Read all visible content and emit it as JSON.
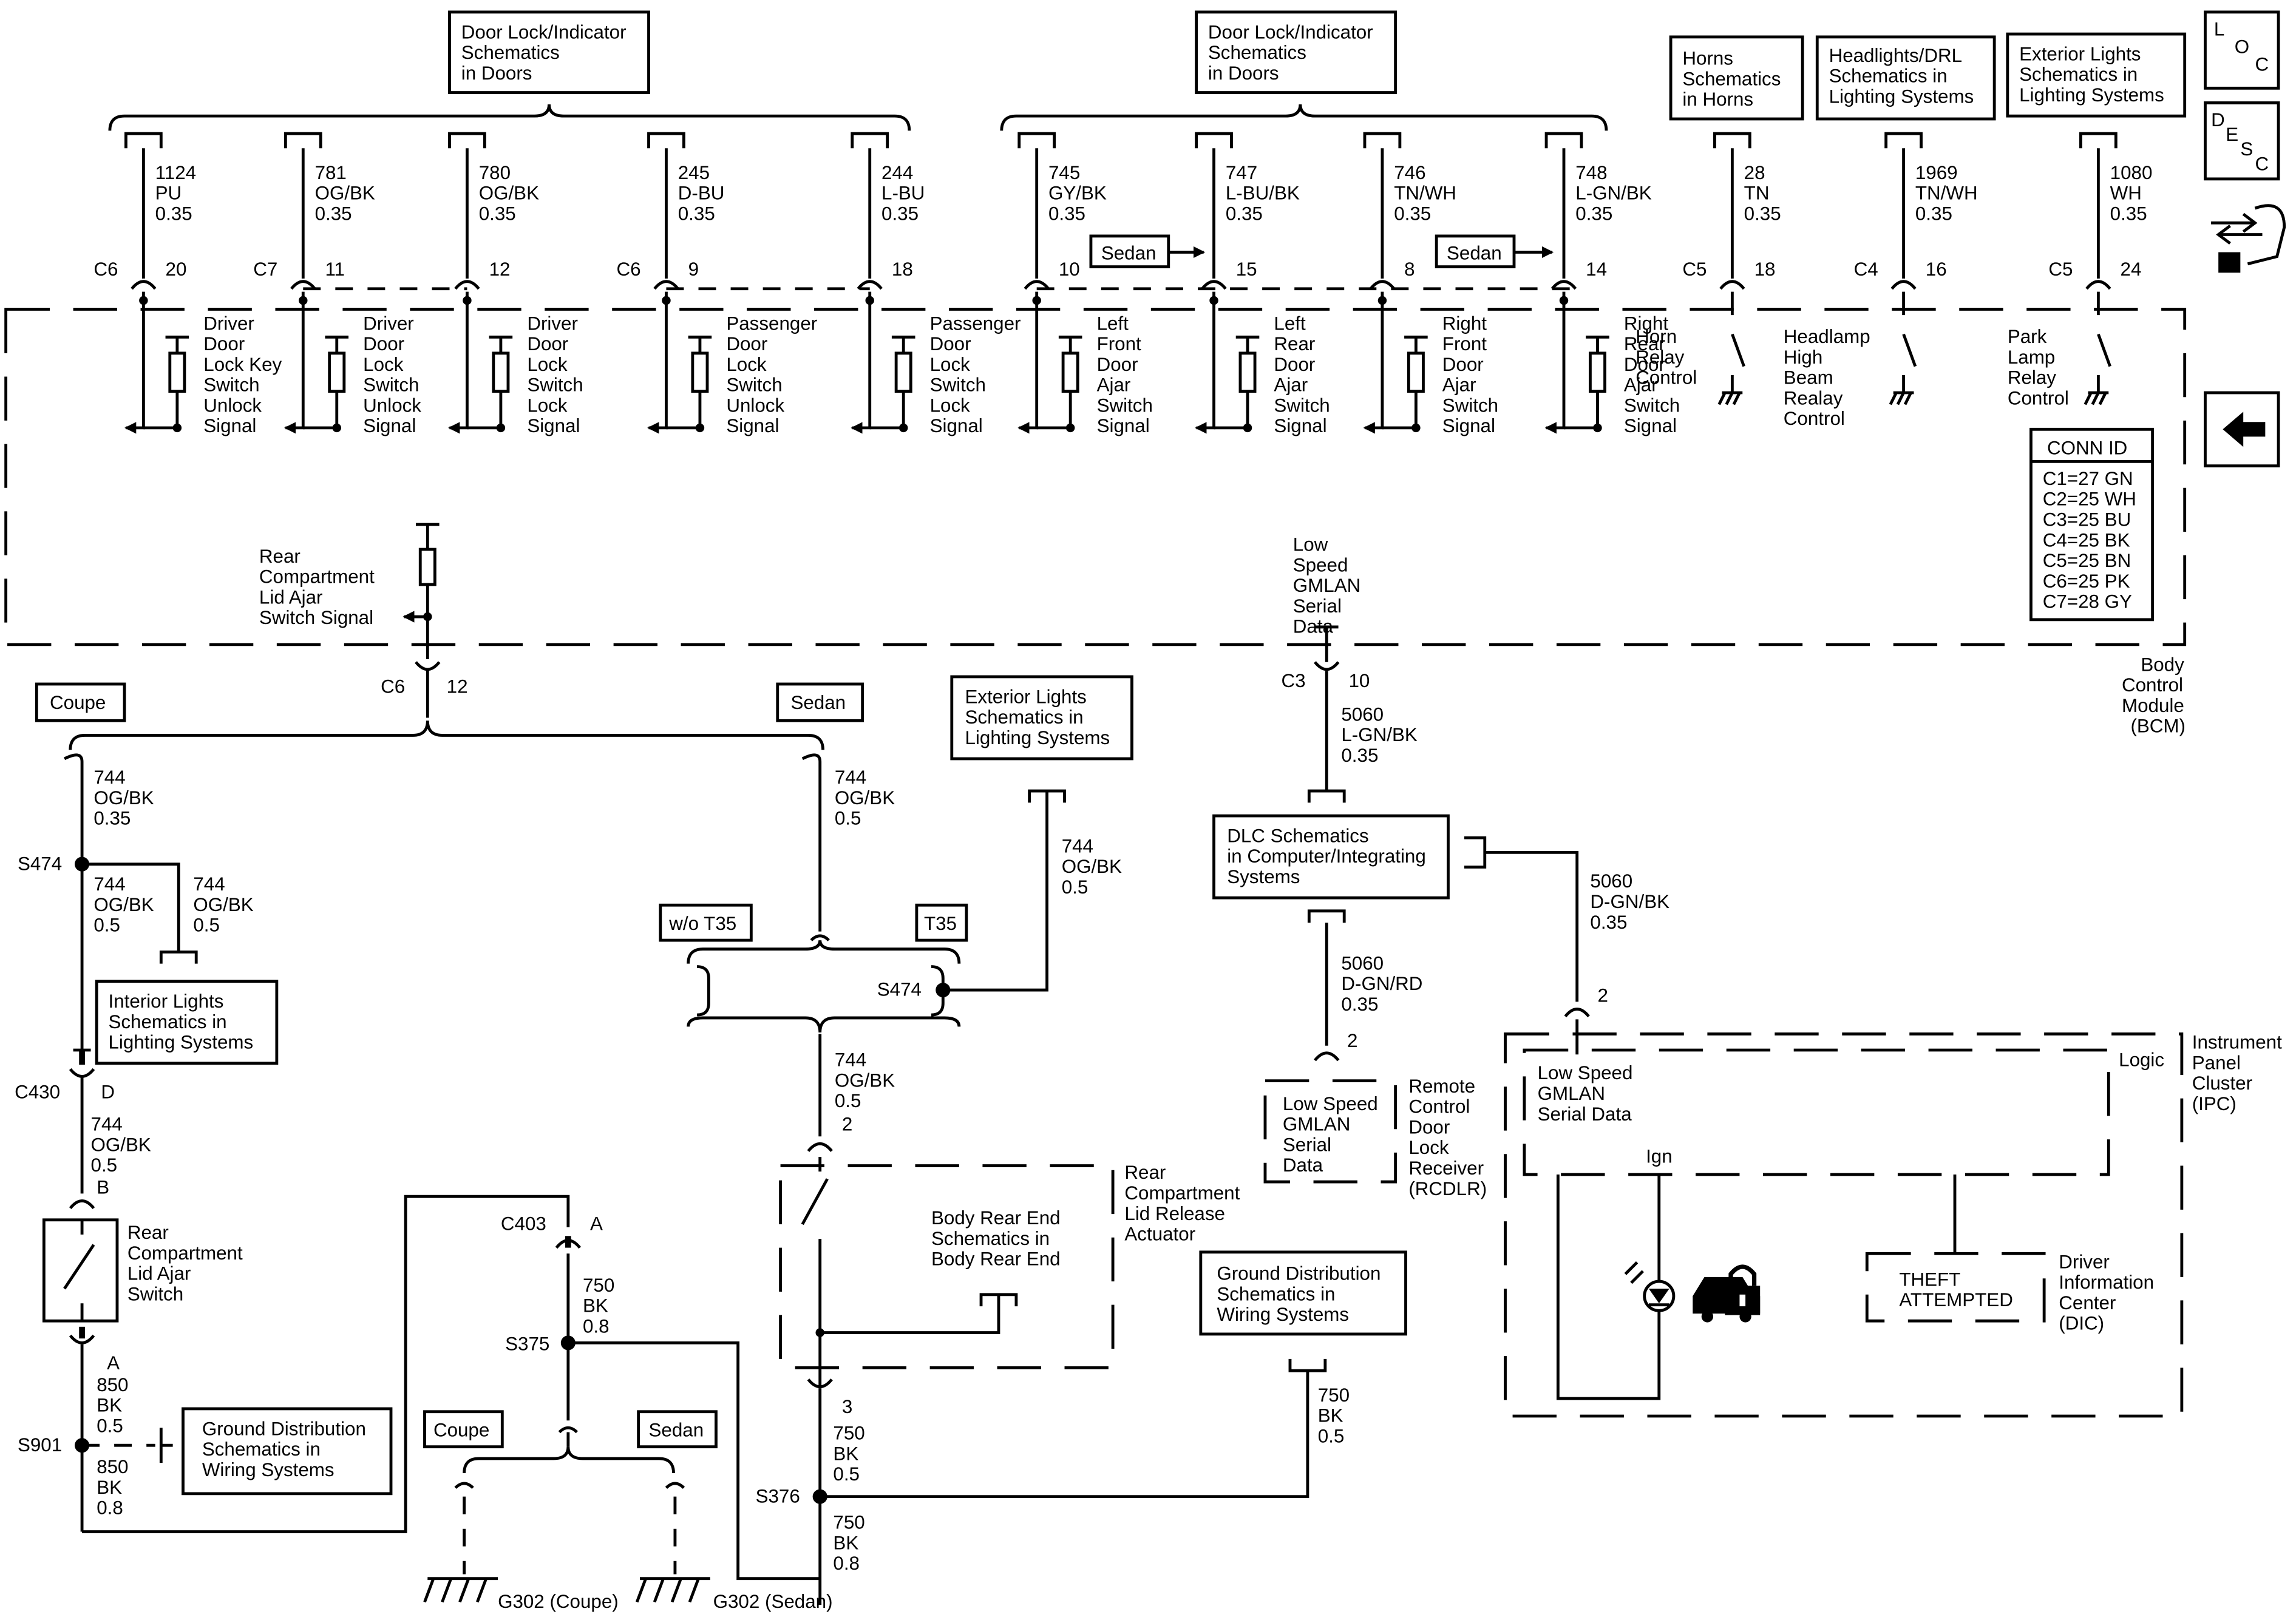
{
  "refs": {
    "door_lock_left": [
      "Door Lock/Indicator",
      "Schematics",
      "in Doors"
    ],
    "door_lock_right": [
      "Door Lock/Indicator",
      "Schematics",
      "in Doors"
    ],
    "horns": [
      "Horns",
      "Schematics",
      "in Horns"
    ],
    "headlights": [
      "Headlights/DRL",
      "Schematics in",
      "Lighting Systems"
    ],
    "exterior_top": [
      "Exterior Lights",
      "Schematics in",
      "Lighting Systems"
    ],
    "exterior_mid": [
      "Exterior Lights",
      "Schematics in",
      "Lighting Systems"
    ],
    "interior": [
      "Interior Lights",
      "Schematics in",
      "Lighting Systems"
    ],
    "dlc": [
      "DLC Schematics",
      "in Computer/Integrating",
      "Systems"
    ],
    "ground_left": [
      "Ground Distribution",
      "Schematics in",
      "Wiring Systems"
    ],
    "ground_right": [
      "Ground Distribution",
      "Schematics in",
      "Wiring Systems"
    ],
    "body_rear": [
      "Body Rear End",
      "Schematics in",
      "Body Rear End"
    ]
  },
  "nav": {
    "loc": "LOC",
    "desc": "DESC"
  },
  "top_circuits": [
    {
      "circuit": "1124",
      "color": "PU",
      "gauge": "0.35",
      "conn": "C6",
      "pin": "20",
      "label": [
        "Driver",
        "Door",
        "Lock Key",
        "Switch",
        "Unlock",
        "Signal"
      ]
    },
    {
      "circuit": "781",
      "color": "OG/BK",
      "gauge": "0.35",
      "conn": "C7",
      "pin": "11",
      "label": [
        "Driver",
        "Door",
        "Lock",
        "Switch",
        "Unlock",
        "Signal"
      ]
    },
    {
      "circuit": "780",
      "color": "OG/BK",
      "gauge": "0.35",
      "conn": "",
      "pin": "12",
      "label": [
        "Driver",
        "Door",
        "Lock",
        "Switch",
        "Lock",
        "Signal"
      ]
    },
    {
      "circuit": "245",
      "color": "D-BU",
      "gauge": "0.35",
      "conn": "C6",
      "pin": "9",
      "label": [
        "Passenger",
        "Door",
        "Lock",
        "Switch",
        "Unlock",
        "Signal"
      ]
    },
    {
      "circuit": "244",
      "color": "L-BU",
      "gauge": "0.35",
      "conn": "",
      "pin": "18",
      "label": [
        "Passenger",
        "Door",
        "Lock",
        "Switch",
        "Lock",
        "Signal"
      ]
    },
    {
      "circuit": "745",
      "color": "GY/BK",
      "gauge": "0.35",
      "conn": "",
      "pin": "10",
      "label": [
        "Left",
        "Front",
        "Door",
        "Ajar",
        "Switch",
        "Signal"
      ]
    },
    {
      "circuit": "747",
      "color": "L-BU/BK",
      "gauge": "0.35",
      "conn": "",
      "pin": "15",
      "label": [
        "Left",
        "Rear",
        "Door",
        "Ajar",
        "Switch",
        "Signal"
      ]
    },
    {
      "circuit": "746",
      "color": "TN/WH",
      "gauge": "0.35",
      "conn": "",
      "pin": "8",
      "label": [
        "Right",
        "Front",
        "Door",
        "Ajar",
        "Switch",
        "Signal"
      ]
    },
    {
      "circuit": "748",
      "color": "L-GN/BK",
      "gauge": "0.35",
      "conn": "",
      "pin": "14",
      "label": [
        "Right",
        "Rear",
        "Door",
        "Ajar",
        "Switch",
        "Signal"
      ]
    },
    {
      "circuit": "28",
      "color": "TN",
      "gauge": "0.35",
      "conn": "C5",
      "pin": "18",
      "label": [
        "Horn",
        "Relay",
        "Control"
      ]
    },
    {
      "circuit": "1969",
      "color": "TN/WH",
      "gauge": "0.35",
      "conn": "C4",
      "pin": "16",
      "label": [
        "Headlamp",
        "High",
        "Beam",
        "Realay",
        "Control"
      ]
    },
    {
      "circuit": "1080",
      "color": "WH",
      "gauge": "0.35",
      "conn": "C5",
      "pin": "24",
      "label": [
        "Park",
        "Lamp",
        "Relay",
        "Control"
      ]
    }
  ],
  "sedan_tags": [
    "Sedan",
    "Sedan"
  ],
  "bcm": {
    "name": [
      "Body",
      "Control",
      "Module",
      "(BCM)"
    ],
    "rear_lid": [
      "Rear",
      "Compartment",
      "Lid Ajar",
      "Switch Signal"
    ],
    "gmlan": [
      "Low",
      "Speed",
      "GMLAN",
      "Serial",
      "Data"
    ],
    "conn_id_title": "CONN ID",
    "conn_ids": [
      "C1=27 GN",
      "C2=25 WH",
      "C3=25 BU",
      "C4=25 BK",
      "C5=25 BN",
      "C6=25 PK",
      "C7=28 GY"
    ]
  },
  "lower": {
    "c6": "C6",
    "c6_pin": "12",
    "coupe": "Coupe",
    "sedan": "Sedan",
    "w744a": [
      "744",
      "OG/BK",
      "0.35"
    ],
    "w744b": [
      "744",
      "OG/BK",
      "0.5"
    ],
    "w744c": [
      "744",
      "OG/BK",
      "0.5"
    ],
    "w744d": [
      "744",
      "OG/BK",
      "0.5"
    ],
    "w744e": [
      "744",
      "OG/BK",
      "0.5"
    ],
    "w744f": [
      "744",
      "OG/BK",
      "0.5"
    ],
    "w744g": [
      "744",
      "OG/BK",
      "0.5"
    ],
    "s474a": "S474",
    "s474b": "S474",
    "wo_t35": "w/o T35",
    "t35": "T35",
    "c430": "C430",
    "c430_d": "D",
    "pin_b": "B",
    "pin_a": "A",
    "rear_switch": [
      "Rear",
      "Compartment",
      "Lid Ajar",
      "Switch"
    ],
    "w850a": [
      "850",
      "BK",
      "0.5"
    ],
    "w850b": [
      "850",
      "BK",
      "0.8"
    ],
    "s901": "S901",
    "c403": "C403",
    "c403_a": "A",
    "w750a": [
      "750",
      "BK",
      "0.8"
    ],
    "s375": "S375",
    "coupe2": "Coupe",
    "sedan2": "Sedan",
    "g302c": "G302 (Coupe)",
    "g302s": "G302 (Sedan)",
    "actuator": [
      "Rear",
      "Compartment",
      "Lid Release",
      "Actuator"
    ],
    "act_pin2": "2",
    "act_pin3": "3",
    "w750b": [
      "750",
      "BK",
      "0.5"
    ],
    "s376": "S376",
    "w750c": [
      "750",
      "BK",
      "0.8"
    ],
    "w750d": [
      "750",
      "BK",
      "0.5"
    ],
    "c3": "C3",
    "c3_pin": "10",
    "w5060a": [
      "5060",
      "L-GN/BK",
      "0.35"
    ],
    "w5060b": [
      "5060",
      "D-GN/RD",
      "0.35"
    ],
    "w5060c": [
      "5060",
      "D-GN/BK",
      "0.35"
    ],
    "rcdlr_pin": "2",
    "ipc_pin": "2",
    "rcdlr_inner": [
      "Low Speed",
      "GMLAN",
      "Serial",
      "Data"
    ],
    "rcdlr": [
      "Remote",
      "Control",
      "Door",
      "Lock",
      "Receiver",
      "(RCDLR)"
    ],
    "ipc_logic": [
      "Low Speed",
      "GMLAN",
      "Serial Data"
    ],
    "logic": "Logic",
    "ipc": [
      "Instrument",
      "Panel",
      "Cluster",
      "(IPC)"
    ],
    "ign": "Ign",
    "theft": [
      "THEFT",
      "ATTEMPTED"
    ],
    "dic": [
      "Driver",
      "Information",
      "Center",
      "(DIC)"
    ]
  }
}
